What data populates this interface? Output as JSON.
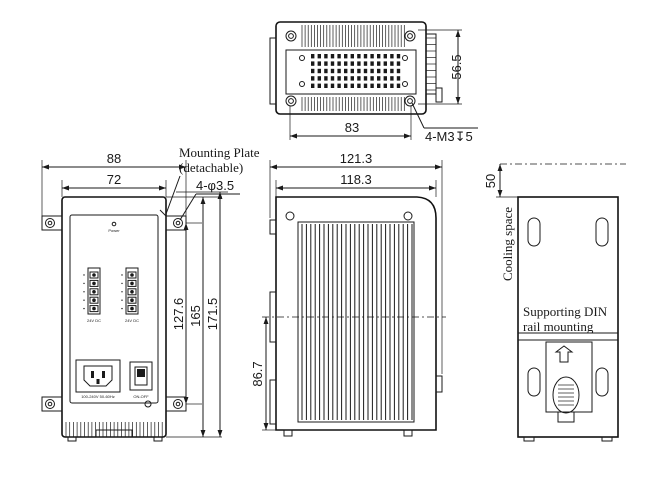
{
  "top_view": {
    "dim_height": "56.5",
    "dim_width": "83",
    "dim_holes": "4-M3",
    "dim_depth_symbol": "↧",
    "dim_depth": "5"
  },
  "front_view": {
    "dim_overall_width": "88",
    "dim_body_width": "72",
    "label_mounting_plate_line1": "Mounting Plate",
    "label_mounting_plate_line2": "(detachable)",
    "dim_holes": "4-φ3.5",
    "dim_terminal_span": "127.6",
    "dim_body_height": "165",
    "dim_overall_height": "171.5",
    "panel_label_power": "Power",
    "terminal_label_left": "24V DC",
    "terminal_label_right": "24V DC",
    "inlet_label": "100-240V  50-60Hz",
    "switch_label": "ON-OFF"
  },
  "side_view": {
    "dim_overall_depth": "121.3",
    "dim_body_depth": "118.3",
    "dim_din_height": "86.7"
  },
  "rear_view": {
    "dim_cooling": "50",
    "label_cooling_space": "Cooling space",
    "label_din_line1": "Supporting DIN",
    "label_din_line2": "rail mounting"
  }
}
